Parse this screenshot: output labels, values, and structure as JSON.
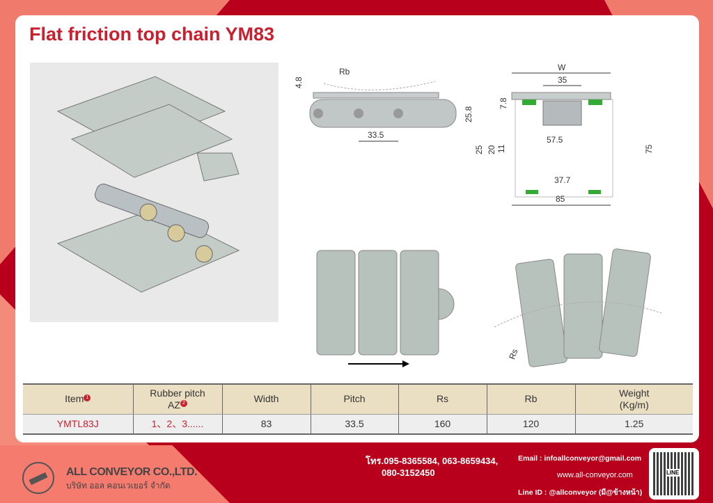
{
  "title": "Flat friction top chain YM83",
  "drawings": {
    "side": {
      "rb": "Rb",
      "d1": "4.8",
      "d2": "25.8",
      "pitch": "33.5"
    },
    "section": {
      "w": "W",
      "d35": "35",
      "d78": "7.8",
      "d25": "25",
      "d20": "20",
      "d11": "11",
      "d575": "57.5",
      "d75": "75",
      "d377": "37.7",
      "d85": "85"
    },
    "curve": {
      "rs": "Rs"
    }
  },
  "table": {
    "headers": [
      {
        "label": "Item",
        "note": "1"
      },
      {
        "label": "Rubber pitch",
        "label2": "AZ",
        "note": "2"
      },
      {
        "label": "Width"
      },
      {
        "label": "Pitch"
      },
      {
        "label": "Rs"
      },
      {
        "label": "Rb"
      },
      {
        "label": "Weight",
        "label2": "(Kg/m)"
      }
    ],
    "rows": [
      [
        "YMTL83J",
        "1、2、3......",
        "83",
        "33.5",
        "160",
        "120",
        "1.25"
      ]
    ]
  },
  "footer": {
    "company": "ALL CONVEYOR CO.,LTD.",
    "company_th": "บริษัท ออล คอนเวเยอร์ จำกัด",
    "phone1": "โทร.095-8365584, 063-8659434,",
    "phone2": "080-3152450",
    "email": "Email : infoallconveyor@gmail.com",
    "web": "www.all-conveyor.com",
    "line": "Line ID : @allconveyor (มี@ข้างหน้า)",
    "qr_label": "LINE"
  }
}
